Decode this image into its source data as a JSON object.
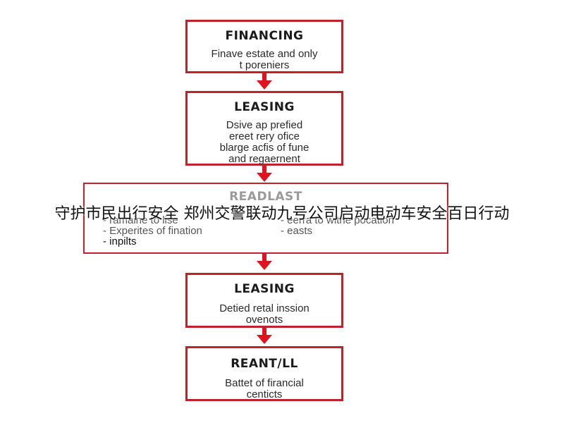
{
  "boxes": {
    "financing": {
      "title": "FINANCING",
      "body": "Finave estate and only\nt poreniers"
    },
    "leasing_1": {
      "title": "LEASING",
      "body": "Dsive ap prefied\nereet rery ofice\nblarge acfis of fune\nand regaernent"
    },
    "readlast": {
      "title": "READLAST",
      "left_items": [
        "- ramaine to lise",
        "- Experites of fination",
        "- inpilts"
      ],
      "right_items": [
        "- eerra to withe pocation",
        "- easts"
      ]
    },
    "leasing_2": {
      "title": "LEASING",
      "body": "Detied retal inssion\novenots"
    },
    "reantall": {
      "title": "REANT/LL",
      "body": "Battet of firancial\ncenticts"
    }
  },
  "overlay": {
    "caption": "守护市民出行安全 郑州交警联动九号公司启动电动车安全百日行动"
  },
  "colors": {
    "border": "#c0222a",
    "arrow": "#e0141e"
  }
}
